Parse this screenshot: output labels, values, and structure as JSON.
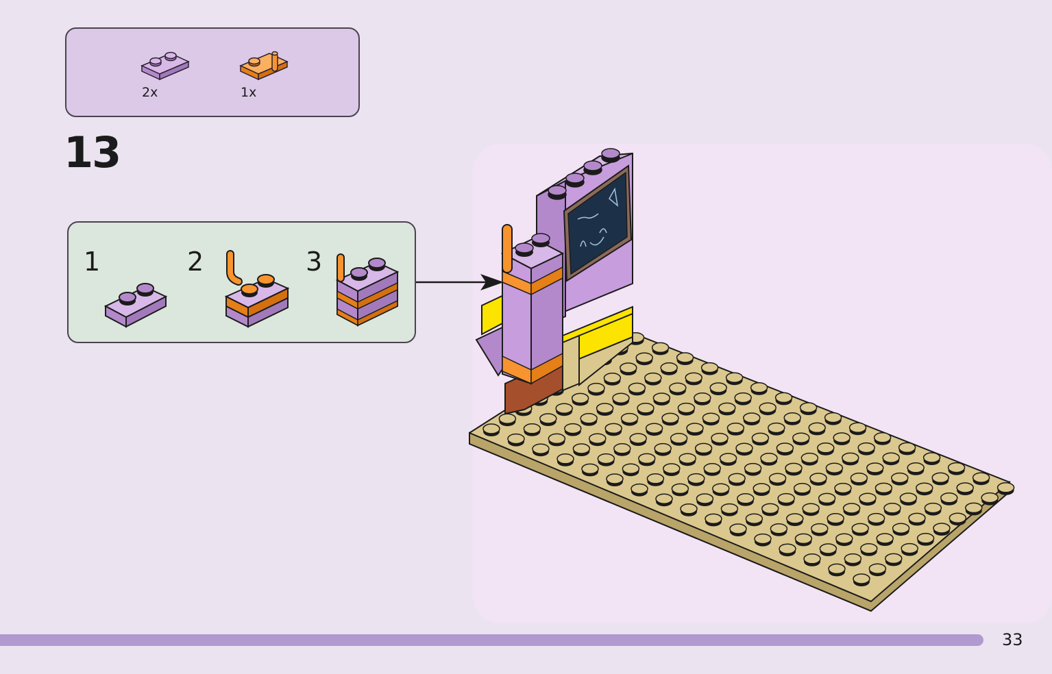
{
  "parts_list": {
    "items": [
      {
        "name": "lavender 1x2 plate",
        "quantity": "2x",
        "color": "#c79ddd"
      },
      {
        "name": "orange 1x2 plate with bar",
        "quantity": "1x",
        "color": "#f7942f"
      }
    ]
  },
  "step": {
    "number": "13"
  },
  "sub_assembly": {
    "steps": [
      {
        "number": "1"
      },
      {
        "number": "2"
      },
      {
        "number": "3"
      }
    ]
  },
  "colors": {
    "lavender": "#c79ddd",
    "orange": "#f7942f",
    "tan": "#dbc88e",
    "yellow": "#fce300",
    "brown": "#a64f2c",
    "chalkboard": "#1c3148"
  },
  "footer": {
    "page_number": "33"
  }
}
